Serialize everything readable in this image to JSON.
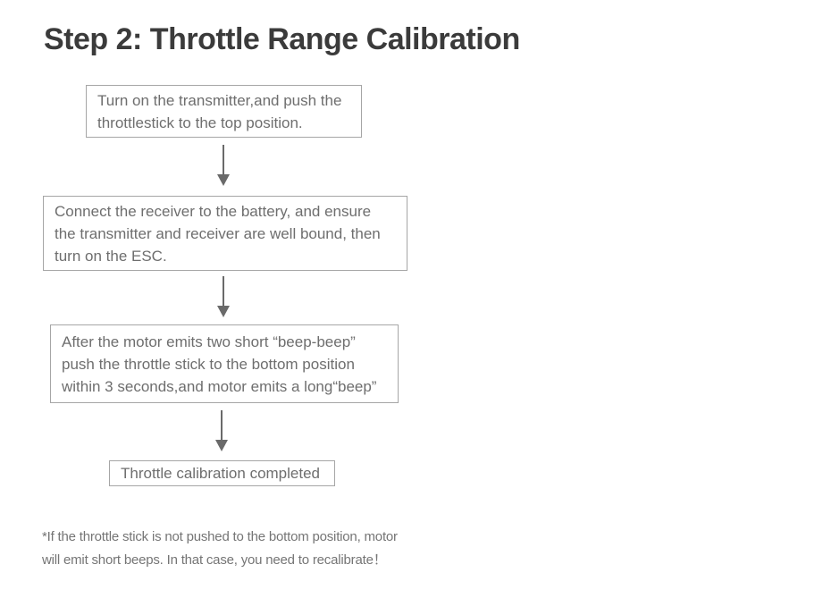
{
  "page": {
    "title": "Step 2: Throttle Range Calibration"
  },
  "flow": {
    "steps": [
      {
        "name": "turn-on-transmitter",
        "lines": [
          "Turn on the transmitter,and push the",
          "throttlestick to the top position."
        ]
      },
      {
        "name": "connect-receiver",
        "lines": [
          "Connect the receiver to the battery, and ensure",
          "the transmitter and receiver are well bound, then",
          "turn on the ESC."
        ]
      },
      {
        "name": "push-throttle-bottom",
        "lines": [
          "After the motor emits two short “beep-beep”",
          "push the throttle stick to the bottom position",
          "within 3 seconds,and motor emits a long“beep”"
        ]
      },
      {
        "name": "calibration-completed",
        "lines": [
          "Throttle calibration completed"
        ]
      }
    ]
  },
  "footnote": {
    "lines": [
      "*If the throttle stick is not pushed to the bottom position, motor",
      "will emit short beeps. In that case, you need to recalibrate！"
    ]
  },
  "colors": {
    "background": "#ffffff",
    "title_text": "#3b3b3b",
    "box_border": "#a6a6a6",
    "box_text": "#6e6e6e",
    "arrow": "#6a6a6a",
    "footnote_text": "#757575"
  }
}
